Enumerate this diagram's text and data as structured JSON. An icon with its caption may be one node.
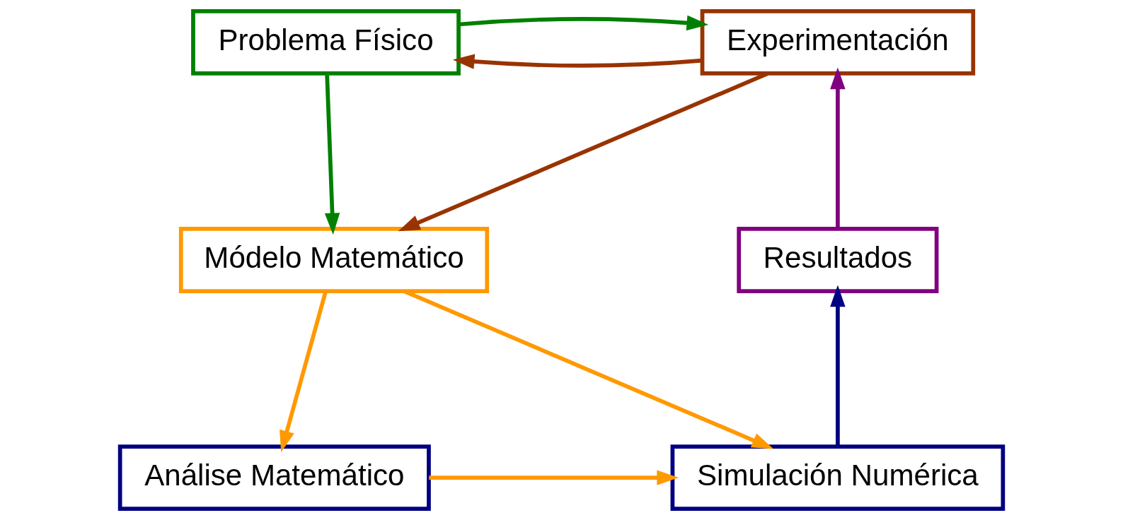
{
  "diagram": {
    "nodes": [
      {
        "text": [
          "Problema Físico"
        ]
      },
      {
        "text": [
          "Experimentación"
        ]
      },
      {
        "text": [
          "Módelo Matemático"
        ]
      },
      {
        "text": [
          "Resultados"
        ]
      },
      {
        "text": [
          "Análise Matemático"
        ]
      },
      {
        "text": [
          "Simulación Numérica"
        ]
      }
    ],
    "edges": [
      {
        "from": 1,
        "to": 0,
        "arrow": "to",
        "color": "#993300"
      },
      {
        "from": 0,
        "to": 1,
        "arrow": "to",
        "color": "#008000"
      },
      {
        "from": 0,
        "to": 2,
        "arrow": "to",
        "color": "#008000"
      },
      {
        "from": 1,
        "to": 2,
        "arrow": "to",
        "color": "#993300"
      },
      {
        "from": 2,
        "to": 4,
        "arrow": "to"
      },
      {
        "from": 2,
        "to": 5,
        "arrow": "to"
      },
      {
        "from": 4,
        "to": 5,
        "arrow": "to"
      },
      {
        "from": 5,
        "to": 3,
        "arrow": "to",
        "color": "#000080"
      },
      {
        "from": 3,
        "to": 1,
        "arrow": "to",
        "color": "#800080"
      }
    ]
  }
}
